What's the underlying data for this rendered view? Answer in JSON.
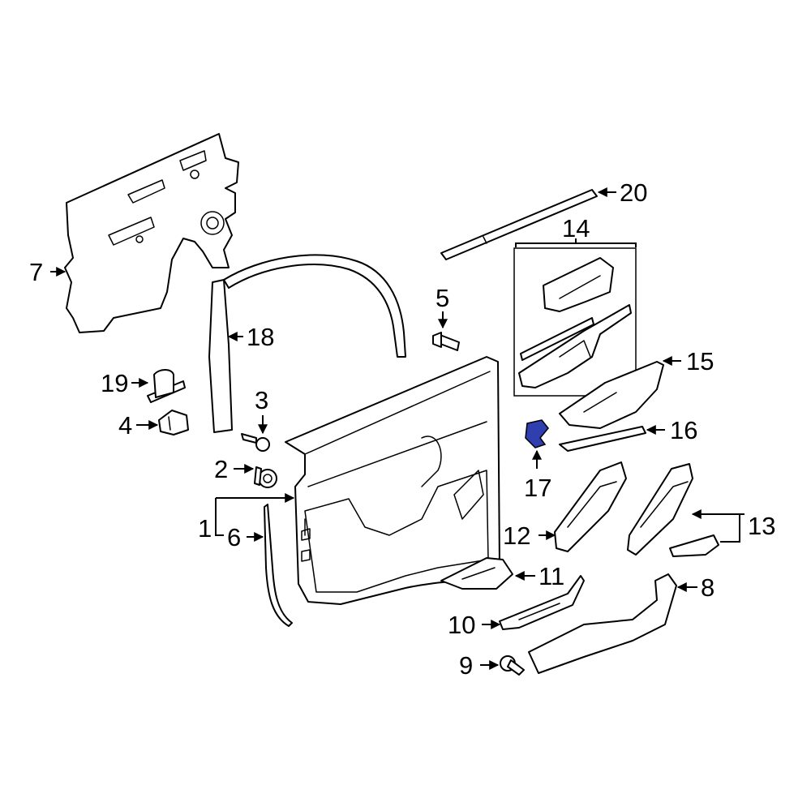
{
  "highlight_color": "#2f3fb0",
  "callouts": {
    "c1": "1",
    "c2": "2",
    "c3": "3",
    "c4": "4",
    "c5": "5",
    "c6": "6",
    "c7": "7",
    "c8": "8",
    "c9": "9",
    "c10": "10",
    "c11": "11",
    "c12": "12",
    "c13": "13",
    "c14": "14",
    "c15": "15",
    "c16": "16",
    "c17": "17",
    "c18": "18",
    "c19": "19",
    "c20": "20"
  }
}
